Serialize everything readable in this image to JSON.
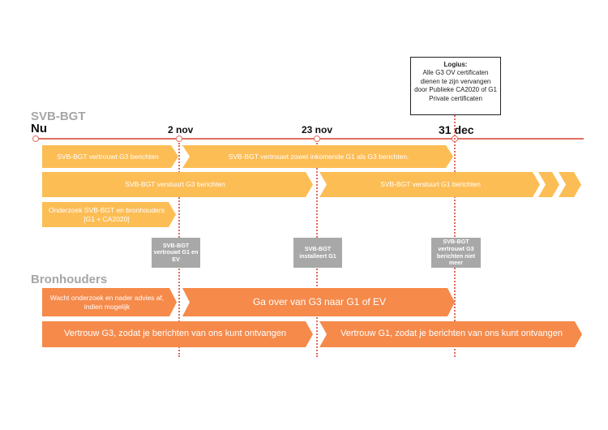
{
  "note": {
    "title": "Logius:",
    "body": "Alle G3 OV certificaten dienen te zijn vervangen door Publieke CA2020 of G1 Private certificaten"
  },
  "sections": {
    "svb": "SVB-BGT",
    "bron": "Bronhouders"
  },
  "dates": {
    "nu": "Nu",
    "d1": "2 nov",
    "d2": "23 nov",
    "d3": "31 dec"
  },
  "svb_bars": {
    "row1_a": "SVB-BGT vertrouwt G3 berichten",
    "row1_b": "SVB-BGT vertrouwt zowel inkomende G1 als G3 berichten.",
    "row2_a": "SVB-BGT verstuurt G3 berichten",
    "row2_b": "SVB-BGT verstuurt G1 berichten",
    "row3_a": "Onderzoek SVB-BGT en bronhouders [G1 + CA2020]"
  },
  "gray_boxes": {
    "g1": "SVB-BGT vertrouwt G1 en EV",
    "g2": "SVB-BGT installeert G1",
    "g3": "SVB-BGT vertrouwt G3 berichten niet meer"
  },
  "bron_bars": {
    "row1_a": "Wacht onderzoek en nader advies af, indien mogelijk",
    "row1_b": "Ga over van G3 naar G1 of EV",
    "row2_a": "Vertrouw G3, zodat je berichten van ons kunt ontvangen",
    "row2_b": "Vertrouw G1, zodat je berichten van ons kunt ontvangen"
  },
  "colors": {
    "light_orange": "#fdbd55",
    "dark_orange": "#f58a4b",
    "timeline": "#e07060",
    "gray": "#a8a8a8"
  }
}
